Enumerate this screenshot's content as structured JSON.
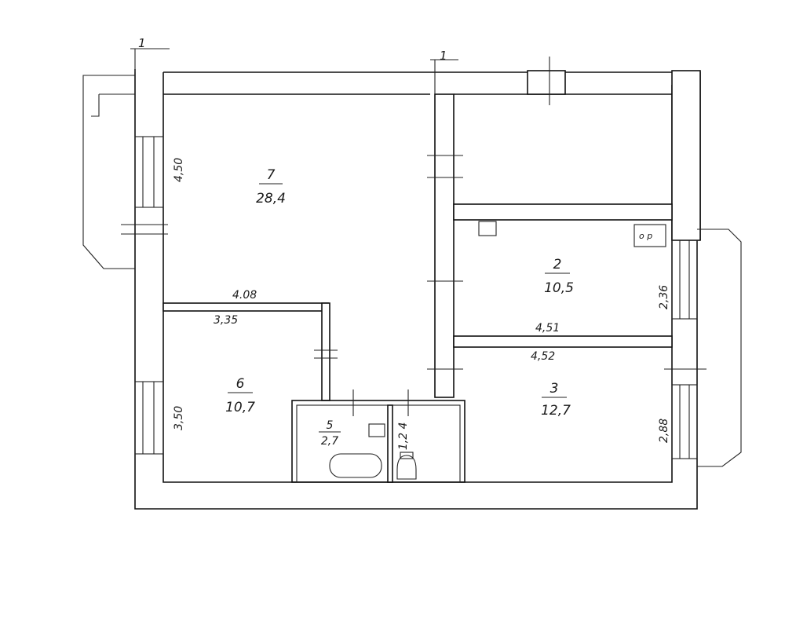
{
  "section_marks": {
    "left": "1",
    "right": "1"
  },
  "rooms": [
    {
      "id": "r7",
      "number": "7",
      "area": "28,4"
    },
    {
      "id": "r2",
      "number": "2",
      "area": "10,5"
    },
    {
      "id": "r3",
      "number": "3",
      "area": "12,7"
    },
    {
      "id": "r6",
      "number": "6",
      "area": "10,7"
    },
    {
      "id": "r5",
      "number": "5",
      "area": "2,7"
    },
    {
      "id": "r4",
      "number": "4",
      "area": "1,2"
    }
  ],
  "dimensions": {
    "left_top": "4,50",
    "left_bottom": "3,50",
    "partition_top": "4.08",
    "partition_bottom": "3,35",
    "right_kitchen": "2,36",
    "right_bottom": "2,88",
    "mid_top": "4,51",
    "mid_bottom": "4,52"
  },
  "stove_label": "o  p"
}
